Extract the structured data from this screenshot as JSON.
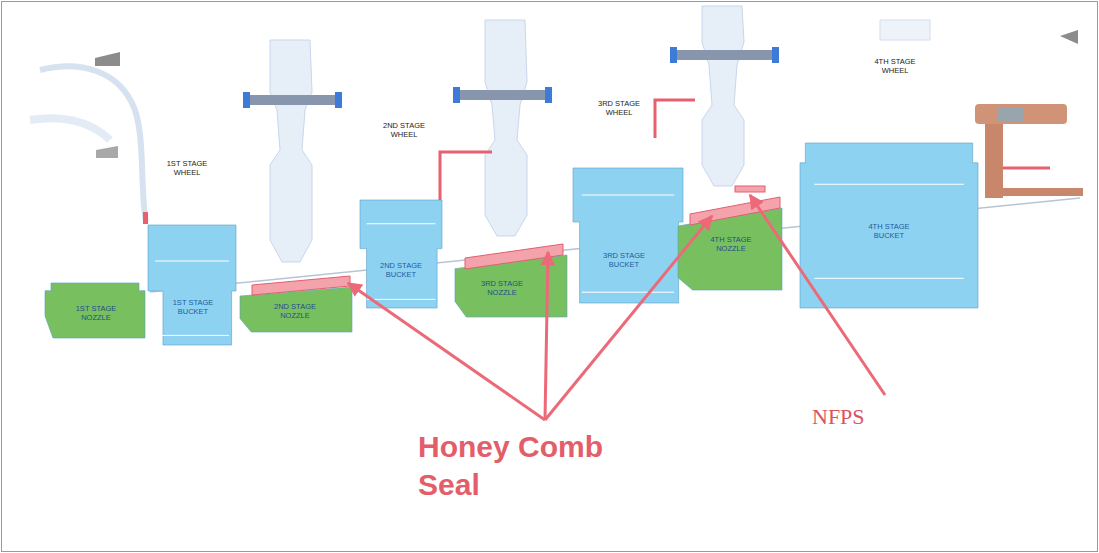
{
  "diagram": {
    "nodes": [
      {
        "text": [
          "1ST STAGE NOZZLE"
        ]
      },
      {
        "text": [
          "1ST STAGE BUCKET"
        ]
      },
      {
        "text": [
          "2ND STAGE NOZZLE"
        ]
      },
      {
        "text": [
          "2ND STAGE BUCKET"
        ]
      },
      {
        "text": [
          "3RD STAGE NOZZLE"
        ]
      },
      {
        "text": [
          "3RD STAGE BUCKET"
        ]
      },
      {
        "text": [
          "4TH STAGE NOZZLE"
        ]
      },
      {
        "text": [
          "4TH STAGE BUCKET"
        ]
      }
    ],
    "labels": [
      "1ST STAGE WHEEL",
      "2ND STAGE WHEEL",
      "3RD STAGE WHEEL",
      "4TH STAGE WHEEL",
      "Honey Comb Seal",
      "NFPS"
    ]
  }
}
